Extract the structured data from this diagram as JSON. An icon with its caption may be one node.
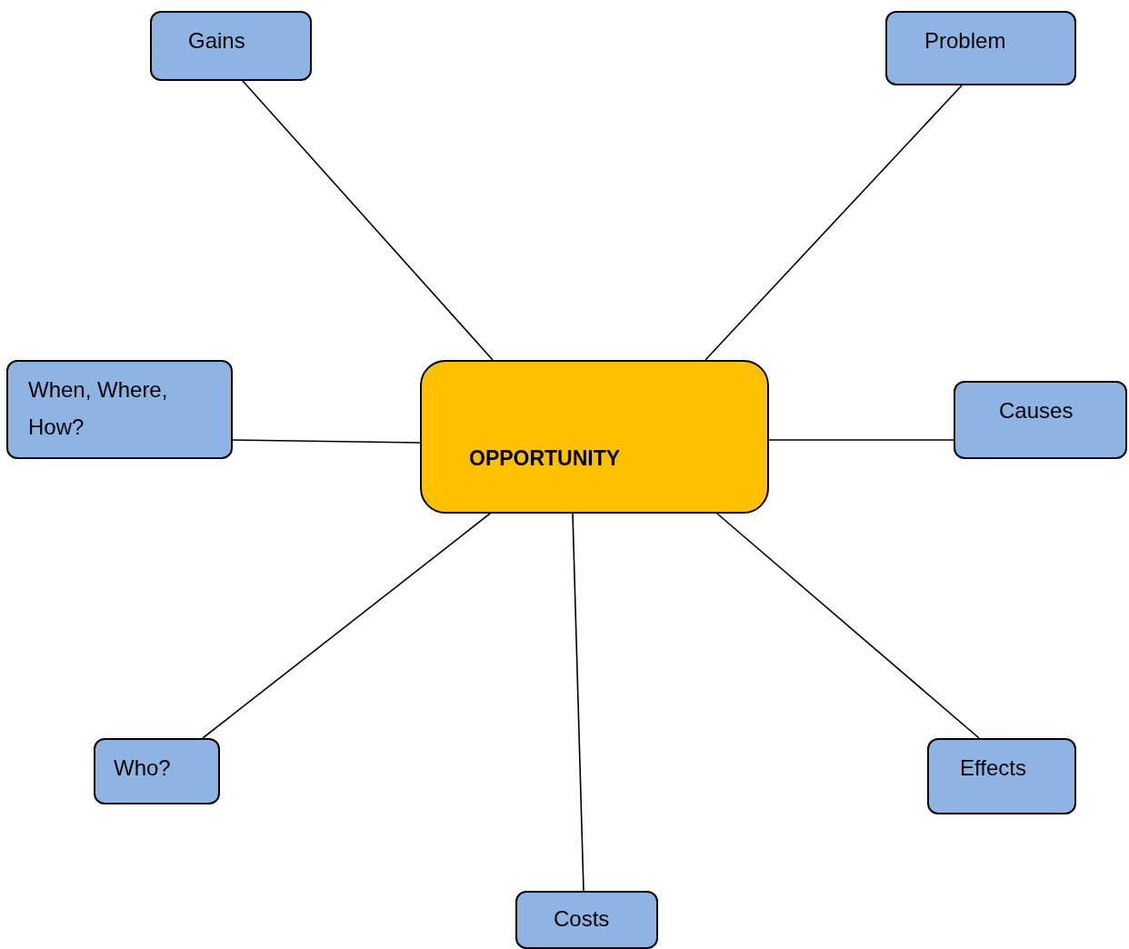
{
  "diagram": {
    "nodes": [
      {
        "text": [
          "OPPORTUNITY"
        ]
      },
      {
        "text": [
          "Gains"
        ]
      },
      {
        "text": [
          "Problem"
        ]
      },
      {
        "text": [
          "When, Where, How?"
        ]
      },
      {
        "text": [
          "Causes"
        ]
      },
      {
        "text": [
          "Who?"
        ]
      },
      {
        "text": [
          "Costs"
        ]
      },
      {
        "text": [
          "Effects"
        ]
      }
    ],
    "edges": [
      {
        "from": 0,
        "to": 1,
        "arrow": "none"
      },
      {
        "from": 0,
        "to": 2,
        "arrow": "none"
      },
      {
        "from": 0,
        "to": 3,
        "arrow": "none"
      },
      {
        "from": 0,
        "to": 4,
        "arrow": "none"
      },
      {
        "from": 0,
        "to": 5,
        "arrow": "none"
      },
      {
        "from": 0,
        "to": 6,
        "arrow": "none"
      },
      {
        "from": 0,
        "to": 7,
        "arrow": "none"
      }
    ]
  }
}
